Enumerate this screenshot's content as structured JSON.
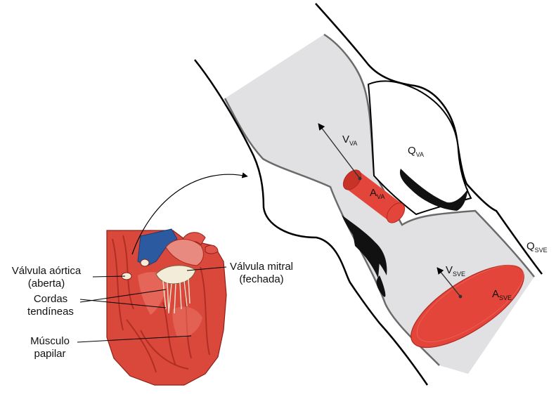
{
  "labels": {
    "aortic_valve_line1": "Válvula aórtica",
    "aortic_valve_line2": "(aberta)",
    "chordae_line1": "Cordas",
    "chordae_line2": "tendíneas",
    "papillary_line1": "Músculo",
    "papillary_line2": "papilar",
    "mitral_line1": "Válvula mitral",
    "mitral_line2": "(fechada)"
  },
  "symbols": {
    "v_va": {
      "main": "V",
      "sub": "VA"
    },
    "a_va": {
      "main": "A",
      "sub": "VA"
    },
    "q_va": {
      "main": "Q",
      "sub": "VA"
    },
    "v_sve": {
      "main": "V",
      "sub": "SVE"
    },
    "a_sve": {
      "main": "A",
      "sub": "SVE"
    },
    "q_sve": {
      "main": "Q",
      "sub": "SVE"
    }
  },
  "colors": {
    "channel_fill": "#e1e1e3",
    "channel_wall": "#6b6b6b",
    "outline": "#000000",
    "area_red": "#e4453a",
    "area_red_dark": "#c83227",
    "heart_red": "#d9483b",
    "heart_dark": "#a8281f",
    "vessel_blue": "#2c5aa0",
    "valve_cream": "#f3ecd8"
  }
}
